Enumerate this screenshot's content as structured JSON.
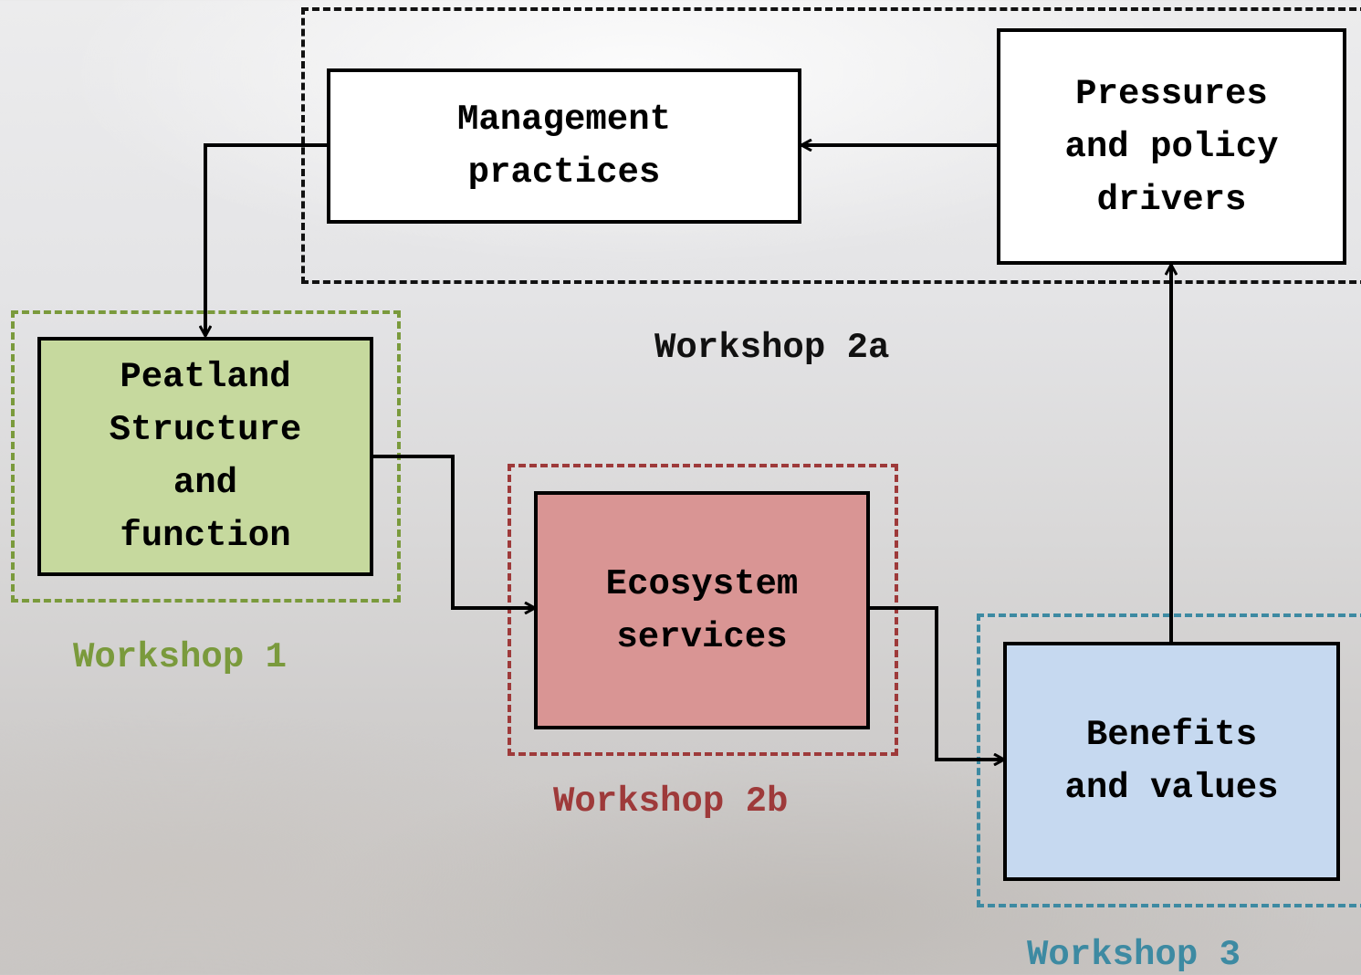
{
  "colors": {
    "workshop_1": "#7a9a3c",
    "workshop_2a": "#000000",
    "workshop_2b": "#9e3a3a",
    "workshop_3": "#3d8aa2",
    "peatland_fill": "#c6d99e",
    "ecosystem_fill": "#d99594",
    "benefits_fill": "#c6d9f0",
    "plain_fill": "#ffffff"
  },
  "nodes": {
    "management": "Management\npractices",
    "pressures": "Pressures\nand policy\ndrivers",
    "peatland": "Peatland\nStructure\nand\nfunction",
    "ecosystem": "Ecosystem\nservices",
    "benefits": "Benefits\nand values"
  },
  "workshops": {
    "w1": "Workshop 1",
    "w2a": "Workshop 2a",
    "w2b": "Workshop 2b",
    "w3": "Workshop 3"
  }
}
